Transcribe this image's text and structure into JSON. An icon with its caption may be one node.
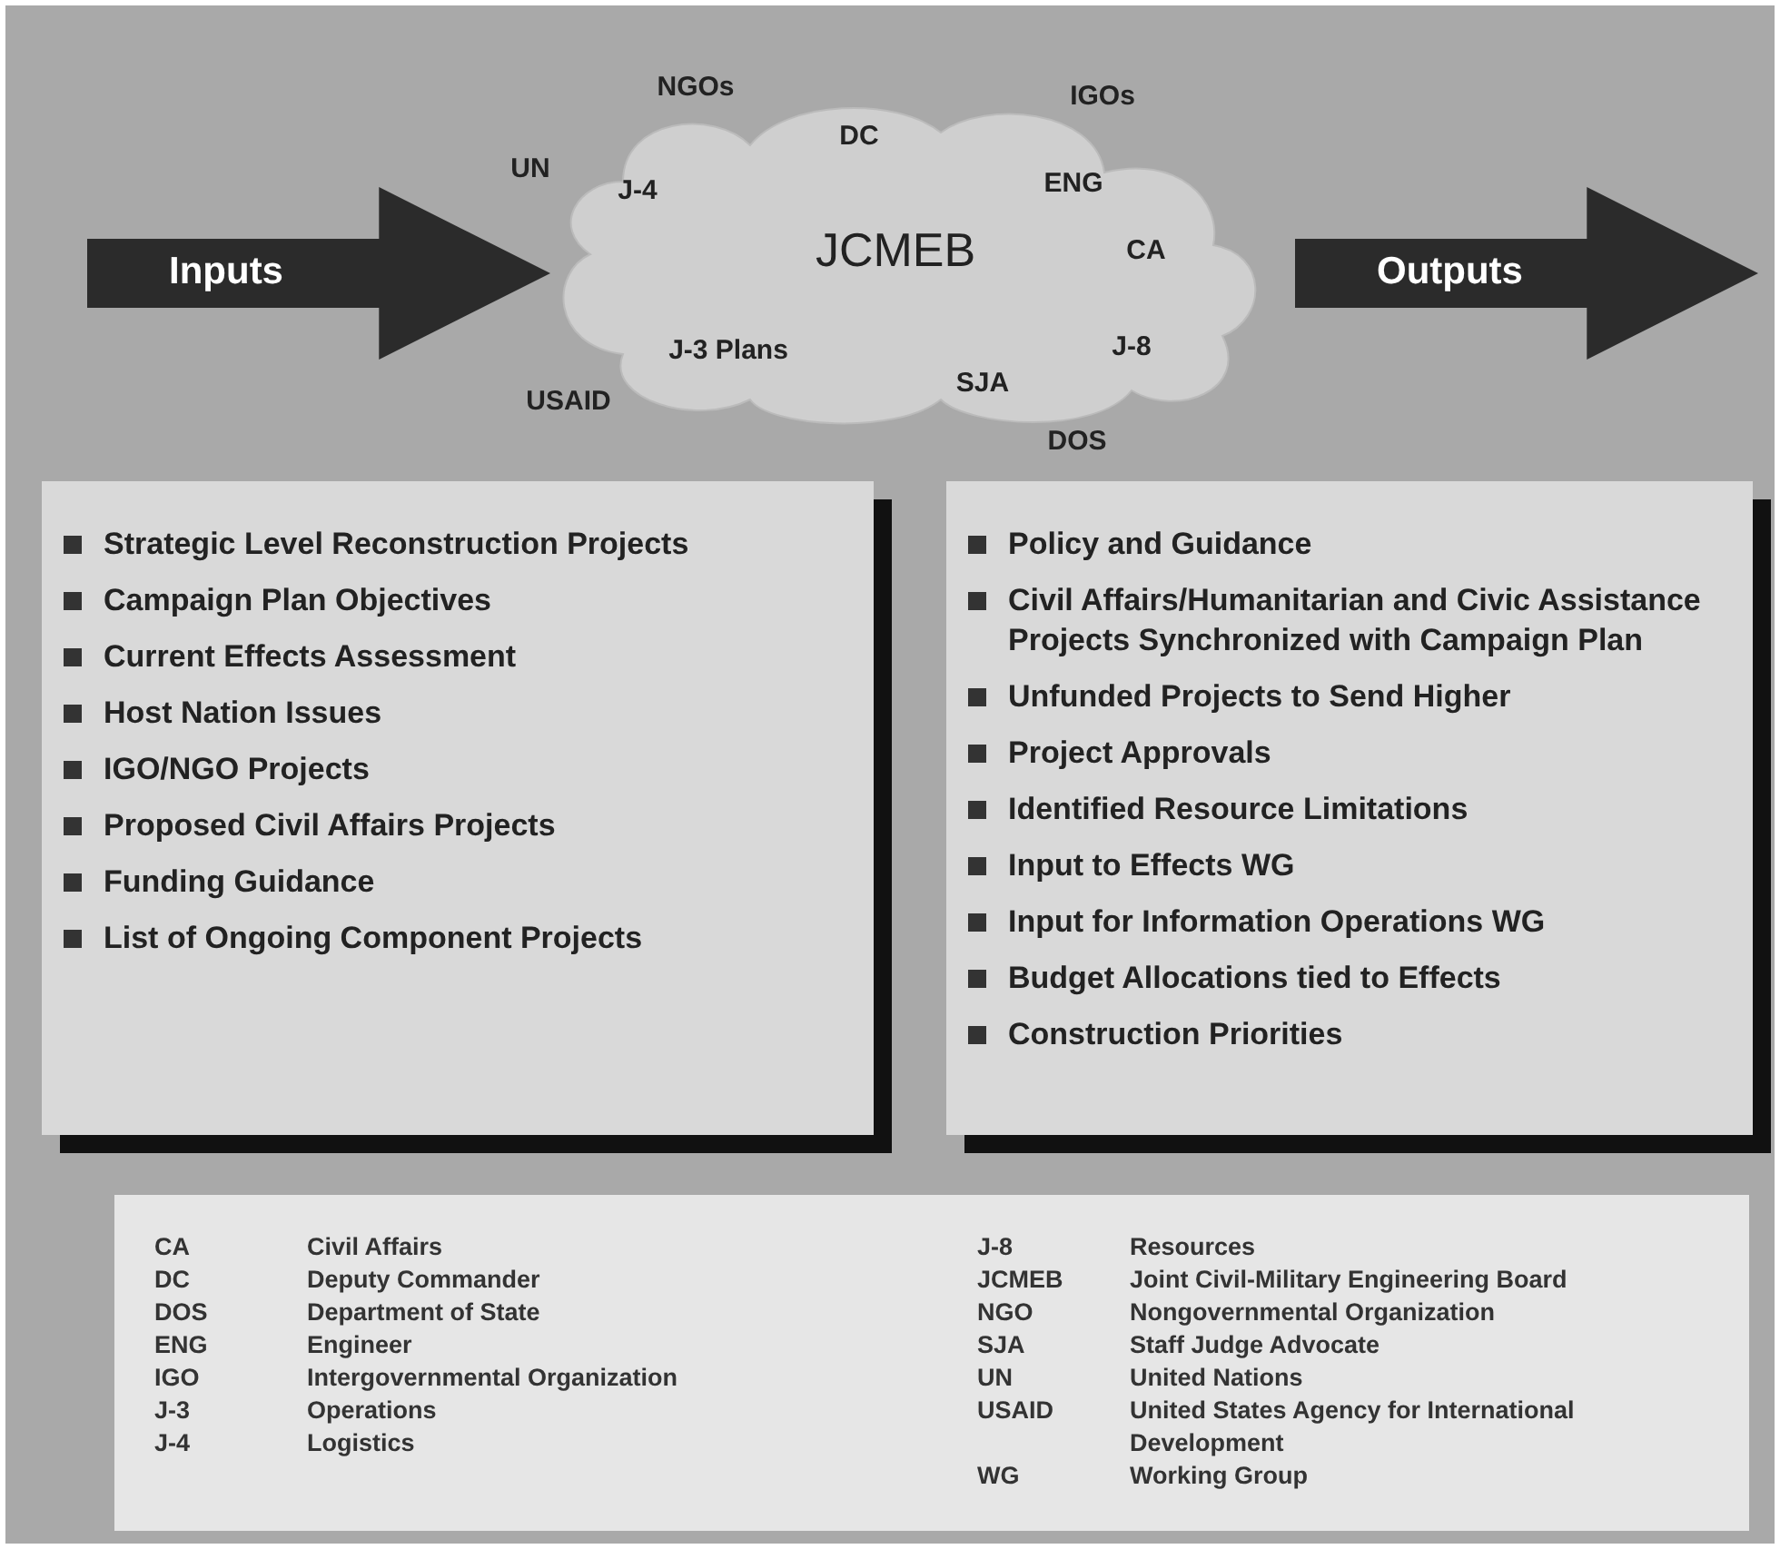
{
  "diagram": {
    "nodes": [
      {
        "text": [
          "Inputs"
        ]
      },
      {
        "text": [
          "JCMEB",
          "J-4",
          "DC",
          "ENG",
          "CA",
          "J-3 Plans",
          "SJA",
          "J-8"
        ],
        "beside": [
          "NGOs",
          "UN",
          "IGOs",
          "USAID",
          "DOS"
        ]
      },
      {
        "text": [
          "Outputs"
        ]
      },
      {
        "text": [
          "Strategic Level Reconstruction Projects",
          "Campaign Plan Objectives",
          "Current Effects Assessment",
          "Host Nation Issues",
          "IGO/NGO Projects",
          "Proposed Civil Affairs Projects",
          "Funding Guidance",
          "List of Ongoing Component Projects"
        ]
      },
      {
        "text": [
          "Policy and Guidance",
          "Civil Affairs/Humanitarian and Civic Assistance Projects Synchronized with Campaign Plan",
          "Unfunded Projects to Send Higher",
          "Project Approvals",
          "Identified Resource Limitations",
          "Input to Effects WG",
          "Input for Information Operations WG",
          "Budget Allocations tied to Effects",
          "Construction Priorities"
        ]
      },
      {
        "text": [
          "CA",
          "Civil Affairs",
          "DC",
          "Deputy Commander",
          "DOS",
          "Department of State",
          "ENG",
          "Engineer",
          "IGO",
          "Intergovernmental Organization",
          "J-3",
          "Operations",
          "J-4",
          "Logistics",
          "J-8",
          "Resources",
          "JCMEB",
          "Joint Civil-Military Engineering Board",
          "NGO",
          "Nongovernmental Organization",
          "SJA",
          "Staff Judge Advocate",
          "UN",
          "United Nations",
          "USAID",
          "United States Agency for International Development",
          "WG",
          "Working Group"
        ]
      }
    ]
  }
}
